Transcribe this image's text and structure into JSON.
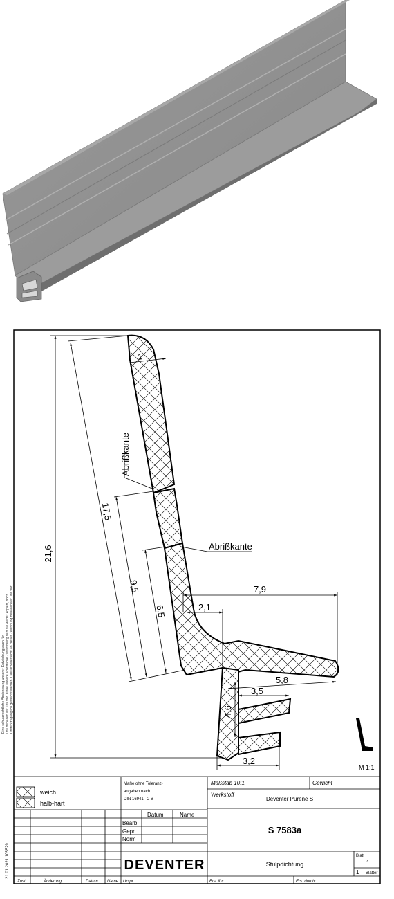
{
  "product_render": {
    "color": "#8c8c8c",
    "shade_color": "#6f6f6f",
    "highlight_color": "#a3a3a3"
  },
  "drawing": {
    "labels": {
      "abriss_kante_1": "Abrißkante",
      "abriss_kante_2": "Abrißkante"
    },
    "dimensions": {
      "d_1": "1",
      "d_17_5": "17,5",
      "d_21_6": "21,6",
      "d_9_5": "9,5",
      "d_6_5": "6,5",
      "d_7_9": "7,9",
      "d_2_1": "2,1",
      "d_5_8": "5,8",
      "d_3_5": "3,5",
      "d_4_6": "4,6",
      "d_3_2": "3,2"
    },
    "scale_mark": "M 1:1"
  },
  "title_block": {
    "legend_weich": "weich",
    "legend_halbhart": "halb-hart",
    "tolerance_line1": "Maße ohne Toleranz-",
    "tolerance_line2": "angaben nach",
    "tolerance_line3": "DIN 16941 - 2 B",
    "massstab": "Maßstab 10:1",
    "gewicht": "Gewicht",
    "werkstoff_label": "Werkstoff",
    "werkstoff_value": "Deventer Purene S",
    "datum": "Datum",
    "name": "Name",
    "bearb": "Bearb.",
    "gepr": "Gepr.",
    "norm": "Norm",
    "drawing_number": "S 7583a",
    "company": "DEVENTER",
    "description": "Stulpdichtung",
    "blatt": "Blatt",
    "blatt_no": "1",
    "blaetter": "Blätter",
    "blaetter_no": "1",
    "footer_zust": "Zust.",
    "footer_aenderung": "Änderung",
    "footer_datum": "Datum",
    "footer_name": "Name",
    "footer_urspr": "Urspr.",
    "footer_ers_fuer": "Ers. für:",
    "footer_ers_durch": "Ers. durch:",
    "side_date": "21.01.2021 105529"
  },
  "copyright_note": {
    "line1": "Eine schutzrechtliche Absicherung unserer Entwicklung auch für",
    "line2": "uns behalten wir uns vor. Ohne unsere schriftliche Zustimmung darf sie weder kopiert, noch",
    "line3": "Dritten zugänglich gemacht werden. Das Urheberrecht an dieser Zeichnung behalten wir uns vor."
  }
}
